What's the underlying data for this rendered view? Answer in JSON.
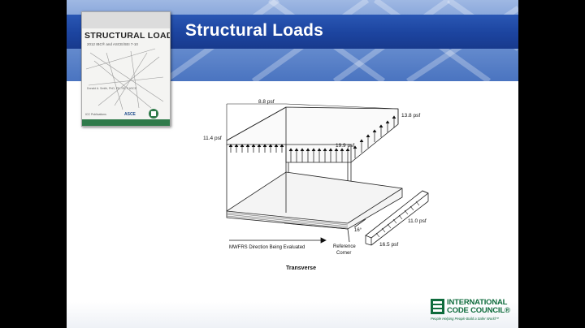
{
  "slide": {
    "title": "Structural Loads"
  },
  "book_cover": {
    "title": "STRUCTURAL LOADS",
    "subtitle": "2012 IBC® and ASCE/SEI 7-10",
    "author": "Donald A. Smith, PhD, PE, SE, F.ASCE",
    "logo_asce": "ASCE",
    "logo_small": "ICC Publications"
  },
  "diagram": {
    "labels": {
      "load_88": "8.8 psf",
      "load_138": "13.8 psf",
      "load_114": "11.4 psf",
      "load_199": "19.9 psf",
      "load_110": "11.0 psf",
      "load_165": "16.5 psf",
      "angle": "16°",
      "direction": "MWFRS Direction Being Evaluated",
      "ref_corner_1": "Reference",
      "ref_corner_2": "Corner",
      "caption": "Transverse"
    }
  },
  "logo": {
    "line1": "INTERNATIONAL",
    "line2": "CODE COUNCIL®",
    "tagline": "People Helping People Build a Safer World™",
    "color": "#0e6b3c"
  },
  "colors": {
    "header_band": "#1c449f",
    "header_bg": "#6d92d2"
  }
}
